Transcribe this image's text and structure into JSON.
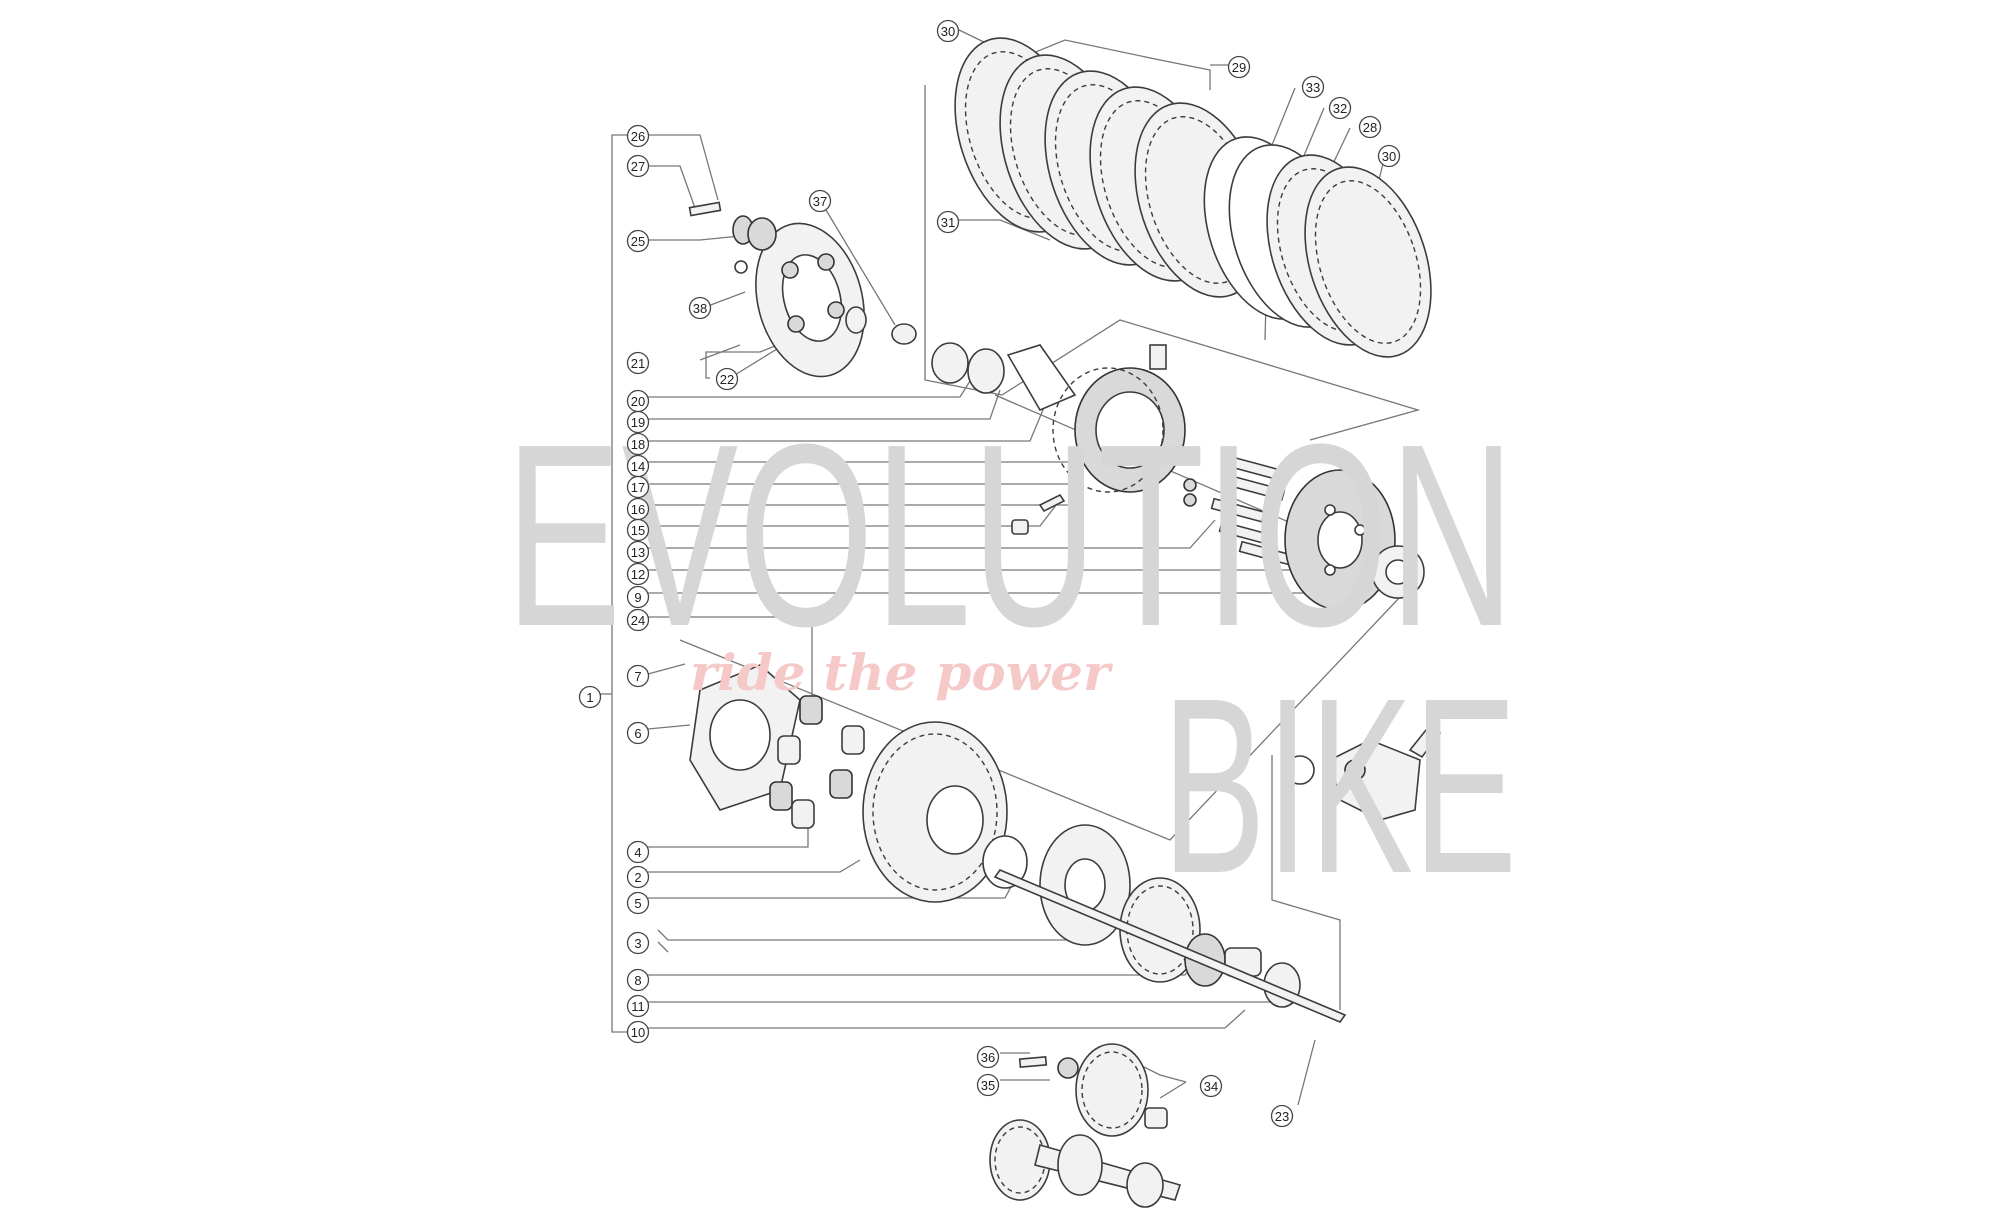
{
  "watermark": {
    "brand_line1": "EVOLUTION",
    "brand_line2": "BIKE",
    "tagline": "ride the power",
    "colors": {
      "brand": "#d6d6d6",
      "tagline": "#f6c9c9"
    }
  },
  "callouts": [
    {
      "id": "30a",
      "label": "30"
    },
    {
      "id": "29",
      "label": "29"
    },
    {
      "id": "33",
      "label": "33"
    },
    {
      "id": "32",
      "label": "32"
    },
    {
      "id": "28",
      "label": "28"
    },
    {
      "id": "30b",
      "label": "30"
    },
    {
      "id": "26",
      "label": "26"
    },
    {
      "id": "27",
      "label": "27"
    },
    {
      "id": "37",
      "label": "37"
    },
    {
      "id": "25",
      "label": "25"
    },
    {
      "id": "31",
      "label": "31"
    },
    {
      "id": "38",
      "label": "38"
    },
    {
      "id": "21",
      "label": "21"
    },
    {
      "id": "22",
      "label": "22"
    },
    {
      "id": "20",
      "label": "20"
    },
    {
      "id": "19",
      "label": "19"
    },
    {
      "id": "18",
      "label": "18"
    },
    {
      "id": "14",
      "label": "14"
    },
    {
      "id": "17",
      "label": "17"
    },
    {
      "id": "16",
      "label": "16"
    },
    {
      "id": "15",
      "label": "15"
    },
    {
      "id": "13",
      "label": "13"
    },
    {
      "id": "12",
      "label": "12"
    },
    {
      "id": "9",
      "label": "9"
    },
    {
      "id": "24",
      "label": "24"
    },
    {
      "id": "7",
      "label": "7"
    },
    {
      "id": "1",
      "label": "1"
    },
    {
      "id": "6",
      "label": "6"
    },
    {
      "id": "4",
      "label": "4"
    },
    {
      "id": "2",
      "label": "2"
    },
    {
      "id": "5",
      "label": "5"
    },
    {
      "id": "3",
      "label": "3"
    },
    {
      "id": "8",
      "label": "8"
    },
    {
      "id": "11",
      "label": "11"
    },
    {
      "id": "10",
      "label": "10"
    },
    {
      "id": "36",
      "label": "36"
    },
    {
      "id": "35",
      "label": "35"
    },
    {
      "id": "34",
      "label": "34"
    },
    {
      "id": "23",
      "label": "23"
    }
  ]
}
